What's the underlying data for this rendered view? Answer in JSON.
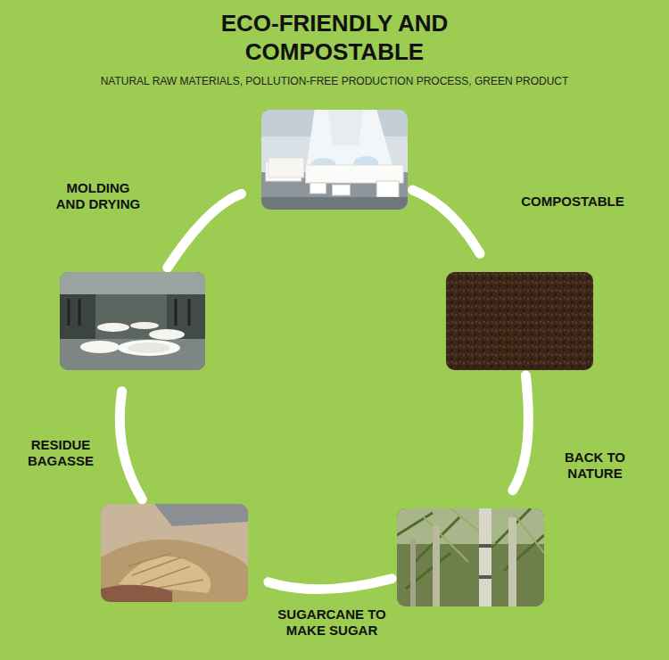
{
  "diagram": {
    "title": "ECO-FRIENDLY AND COMPOSTABLE",
    "nodes": [
      {
        "text": []
      },
      {
        "text": []
      },
      {
        "text": []
      },
      {
        "text": []
      },
      {
        "text": []
      }
    ],
    "edges": [
      {
        "from": 0,
        "to": 1,
        "arrow": "to",
        "label": "COMPOSTABLE"
      },
      {
        "from": 1,
        "to": 2,
        "arrow": "to",
        "label": "BACK TO NATURE"
      },
      {
        "from": 2,
        "to": 3,
        "arrow": "to",
        "label": "SUGARCANE TO MAKE SUGAR"
      },
      {
        "from": 3,
        "to": 4,
        "arrow": "to",
        "label": "RESIDUE BAGASSE"
      },
      {
        "from": 4,
        "to": 0,
        "arrow": "to",
        "label": "MOLDING AND DRYING"
      }
    ],
    "labels": [
      "NATURAL RAW MATERIALS, POLLUTION-FREE PRODUCTION PROCESS, GREEN PRODUCT"
    ]
  }
}
